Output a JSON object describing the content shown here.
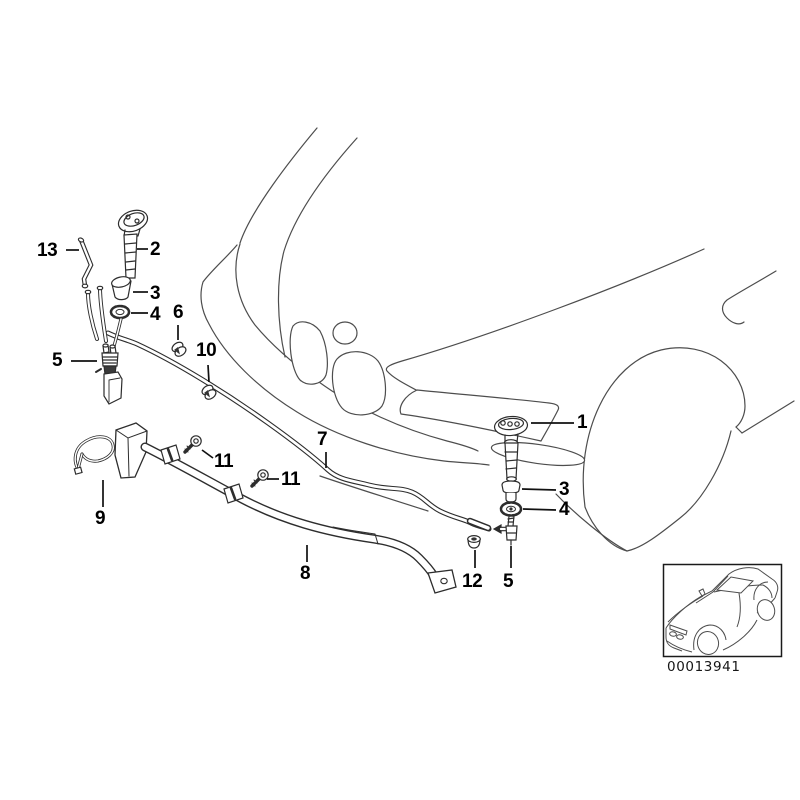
{
  "callouts": [
    {
      "label": "13"
    },
    {
      "label": "2"
    },
    {
      "label": "3"
    },
    {
      "label": "4"
    },
    {
      "label": "6"
    },
    {
      "label": "10"
    },
    {
      "label": "5"
    },
    {
      "label": "7"
    },
    {
      "label": "11"
    },
    {
      "label": "11"
    },
    {
      "label": "9"
    },
    {
      "label": "8"
    },
    {
      "label": "12"
    },
    {
      "label": "5"
    },
    {
      "label": "1"
    },
    {
      "label": "3"
    },
    {
      "label": "4"
    }
  ],
  "thumbnail": {
    "code": "00013941"
  },
  "colors": {
    "background": "#ffffff",
    "outline": "#4d4d4d",
    "part_outline": "#2d2d2d",
    "leader": "#111111",
    "label_text": "#000000"
  }
}
